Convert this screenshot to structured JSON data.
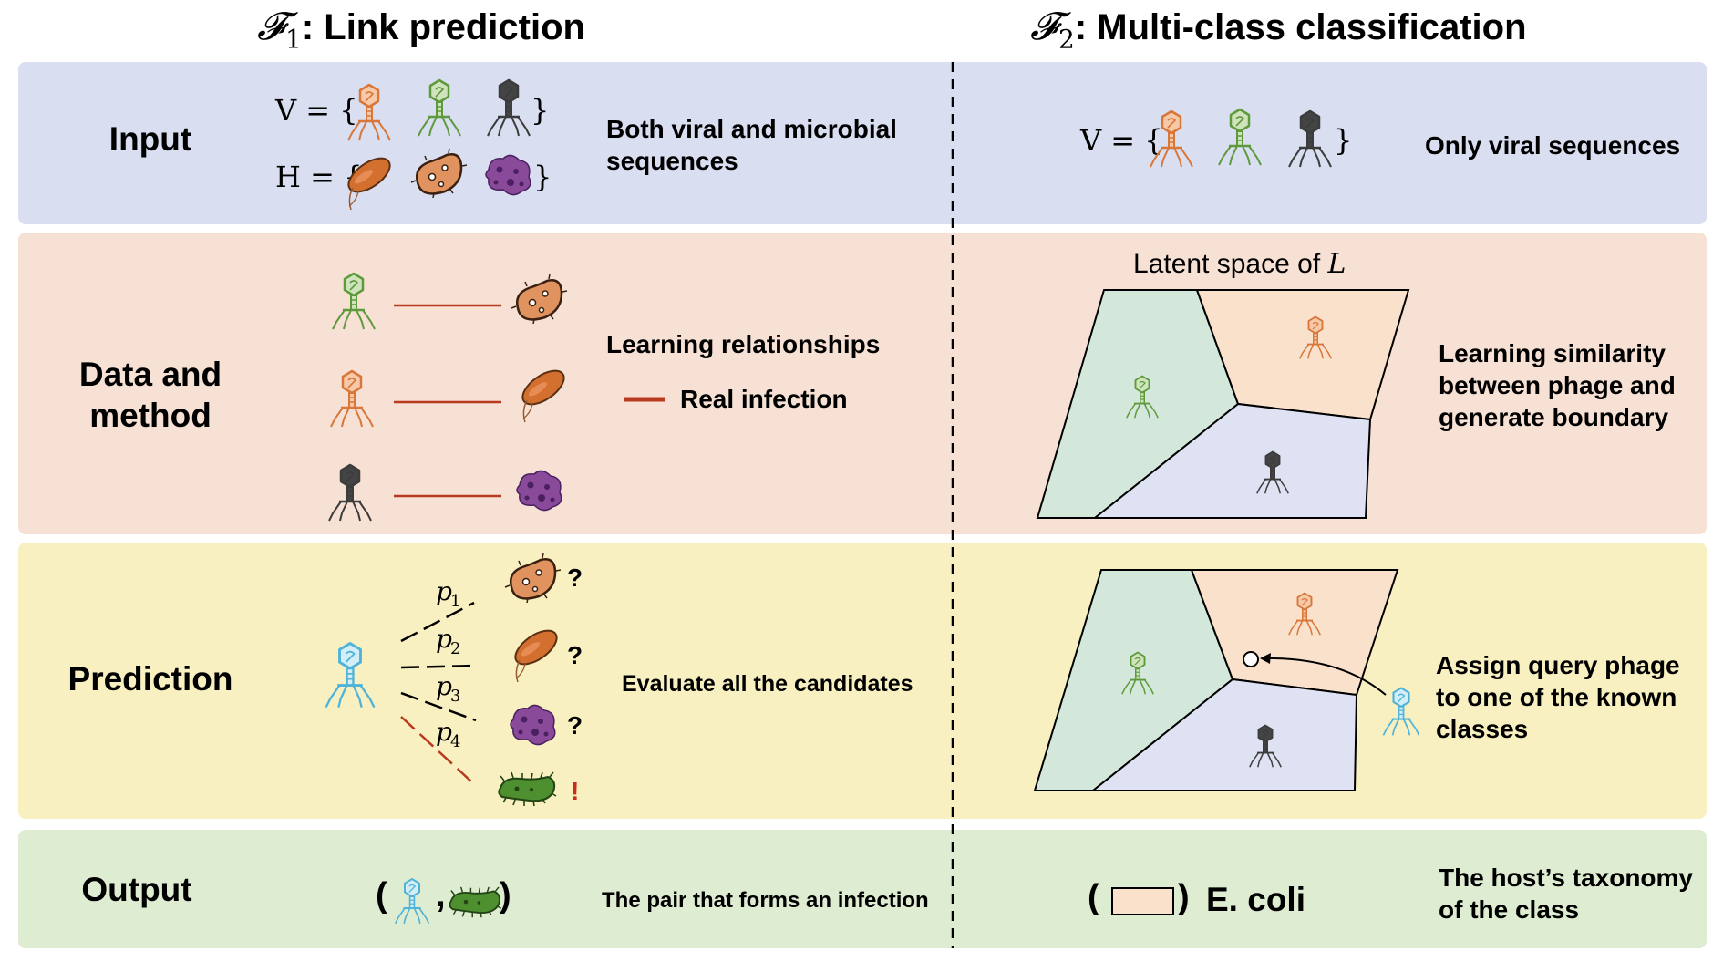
{
  "headers": {
    "left_symbol": "𝓕",
    "left_sub": "1",
    "left_title": ": Link prediction",
    "right_symbol": "𝓕",
    "right_sub": "2",
    "right_title": ": Multi-class classification"
  },
  "rows": {
    "input": "Input",
    "data_method": "Data and method",
    "prediction": "Prediction",
    "output": "Output"
  },
  "left": {
    "input_v": "V = {",
    "input_h": "H = {",
    "brace_close": "}",
    "input_desc": "Both viral and microbial sequences",
    "method_desc": "Learning relationships",
    "legend_label": "Real infection",
    "probs": [
      "p",
      "p",
      "p",
      "p"
    ],
    "prob_subs": [
      "1",
      "2",
      "3",
      "4"
    ],
    "question": "?",
    "exclaim": "!",
    "prediction_desc": "Evaluate all the candidates",
    "output_open": "(",
    "output_comma": ",",
    "output_close": ")",
    "output_desc": "The pair that forms an infection"
  },
  "right": {
    "input_v": "V = {",
    "brace_close": "}",
    "input_desc": "Only viral sequences",
    "latent_title": "Latent space of ",
    "latent_symbol": "L",
    "method_desc": "Learning similarity between phage and generate boundary",
    "prediction_desc": "Assign query phage to one of the known classes",
    "output_open": "(",
    "output_close": ")",
    "output_label": "E. coli",
    "output_desc": "The host’s taxonomy of the class"
  },
  "colors": {
    "input_band": "#d9def0",
    "method_band": "#f6e1d4",
    "prediction_band": "#f8f0c0",
    "output_band": "#deecd2",
    "infection_line": "#b83a1f",
    "phage_orange": "#d9773a",
    "phage_green": "#5e9a3c",
    "phage_dark": "#3c3c3c",
    "phage_blue": "#4fb3d9",
    "bacterium_orange": "#d4702f",
    "bacterium_purple": "#8a4a9a",
    "bacterium_green": "#3e7a2a",
    "region_green": "#d3e8db",
    "region_peach": "#f9e1cb",
    "region_lavender": "#dfe2f2"
  },
  "icons": [
    "phage-orange-icon",
    "phage-green-icon",
    "phage-dark-icon",
    "phage-blue-icon",
    "bacterium-rod-icon",
    "bacterium-round-icon",
    "bacterium-purple-icon",
    "bacterium-green-icon"
  ]
}
